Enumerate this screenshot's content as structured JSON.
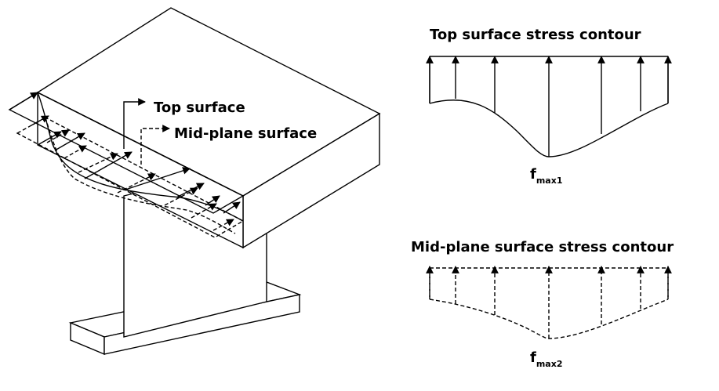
{
  "labels": {
    "top_surface": "Top surface",
    "mid_plane_surface": "Mid-plane surface",
    "top_contour_title": "Top surface stress contour",
    "mid_contour_title": "Mid-plane surface stress contour",
    "fmax1_main": "f",
    "fmax1_sub": "max1",
    "fmax2_main": "f",
    "fmax2_sub": "max2"
  }
}
